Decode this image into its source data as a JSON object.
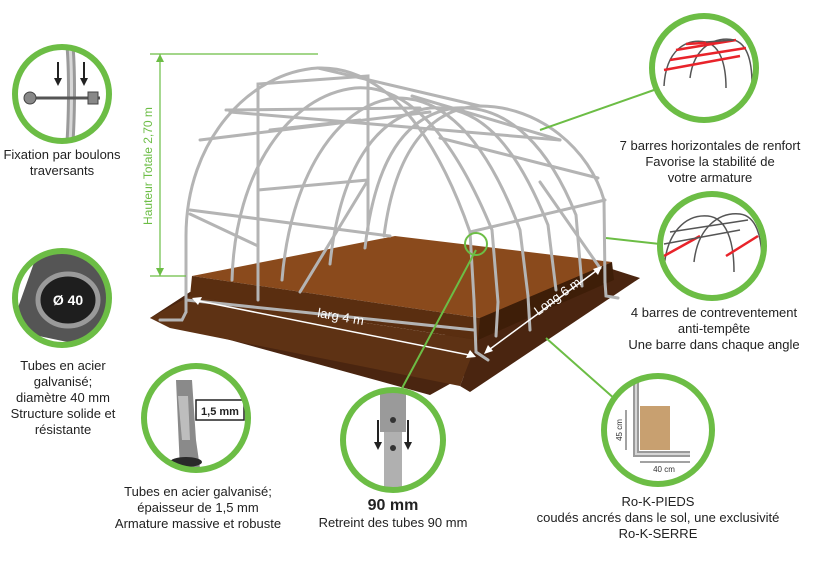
{
  "dimensions": {
    "height": "Hauteur Totale 2,70 m",
    "width": "larg 4 m",
    "length": "Long 6 m"
  },
  "callouts": {
    "fixation": {
      "line1": "Fixation par boulons",
      "line2": "traversants"
    },
    "tubes40": {
      "badge": "Ø 40",
      "line1": "Tubes en acier",
      "line2": "galvanisé;",
      "line3": "diamètre 40 mm",
      "line4": "Structure solide et",
      "line5": "résistante"
    },
    "epaisseur": {
      "badge": "1,5 mm",
      "line1": "Tubes en acier galvanisé;",
      "line2": "épaisseur de 1,5 mm",
      "line3": "Armature massive et robuste"
    },
    "retreint": {
      "title": "90 mm",
      "line1": "Retreint des tubes 90 mm"
    },
    "barres7": {
      "line1": "7 barres horizontales de renfort",
      "line2": "Favorise la stabilité de",
      "line3": "votre armature"
    },
    "barres4": {
      "line1": "4 barres de contreventement",
      "line2": "anti-tempête",
      "line3": "Une barre dans chaque angle"
    },
    "pieds": {
      "dim_h": "45 cm",
      "dim_w": "40 cm",
      "line1": "Ro-K-PIEDS",
      "line2": "coudés ancrés dans le sol, une exclusivité",
      "line3": "Ro-K-SERRE"
    }
  },
  "colors": {
    "ring": "#6cbd45",
    "soil": "#8a4a1c",
    "soil_dark": "#5a2e10",
    "ground": "#4a2510",
    "tube": "#b8b8b8",
    "accent": "#e8232a"
  }
}
